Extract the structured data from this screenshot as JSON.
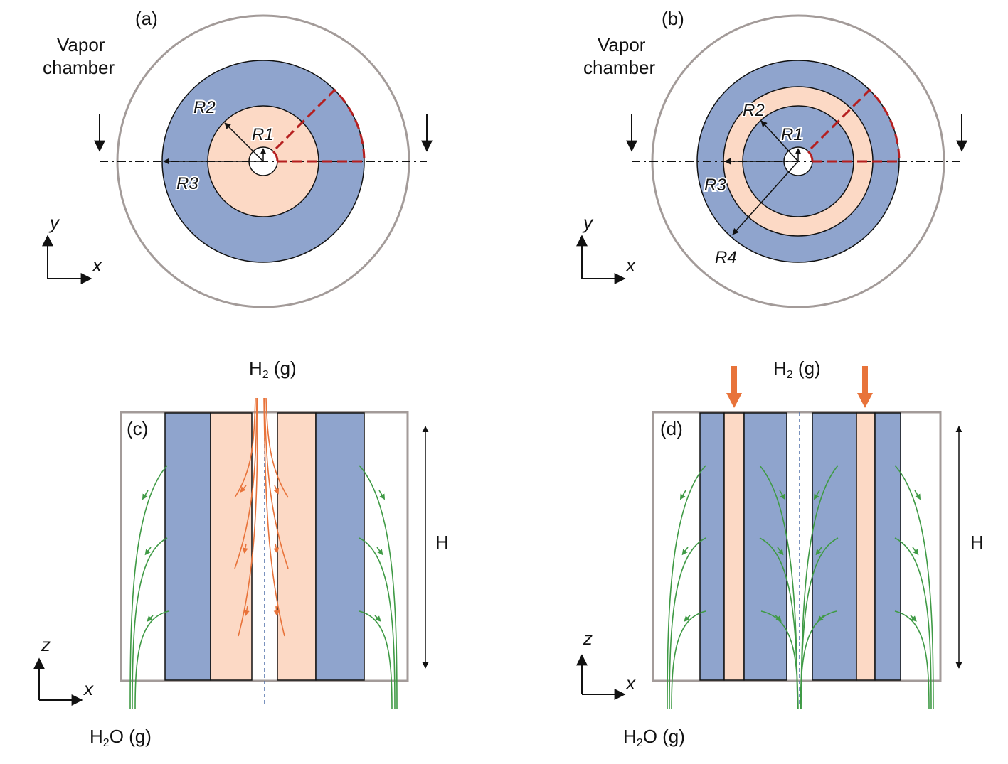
{
  "colors": {
    "blue_layer": "#8fa4cd",
    "peach_layer": "#fcd9c5",
    "vessel_outline": "#a39b99",
    "dashed_section": "#b51f1f",
    "water_vapor_flow": "#3f9a45",
    "hydrogen_flow": "#e8733a",
    "axis_dashed": "#4f6fa8"
  },
  "panels": {
    "a": {
      "label": "(a)",
      "chamber_label_line1": "Vapor",
      "chamber_label_line2": "chamber",
      "r1": "R1",
      "r2": "R2",
      "r3": "R3",
      "axis_y": "y",
      "axis_x": "x"
    },
    "b": {
      "label": "(b)",
      "chamber_label_line1": "Vapor",
      "chamber_label_line2": "chamber",
      "r1": "R1",
      "r2": "R2",
      "r3": "R3",
      "r4": "R4",
      "axis_y": "y",
      "axis_x": "x"
    },
    "c": {
      "label": "(c)",
      "top_gas": "H",
      "top_gas_sub": "2",
      "top_gas_state": " (g)",
      "bottom_gas": "H",
      "bottom_gas_sub": "2",
      "bottom_gas_rest": "O (g)",
      "height_label": "H",
      "axis_z": "z",
      "axis_x": "x"
    },
    "d": {
      "label": "(d)",
      "top_gas": "H",
      "top_gas_sub": "2",
      "top_gas_state": " (g)",
      "bottom_gas": "H",
      "bottom_gas_sub": "2",
      "bottom_gas_rest": "O (g)",
      "height_label": "H",
      "axis_z": "z",
      "axis_x": "x"
    }
  }
}
